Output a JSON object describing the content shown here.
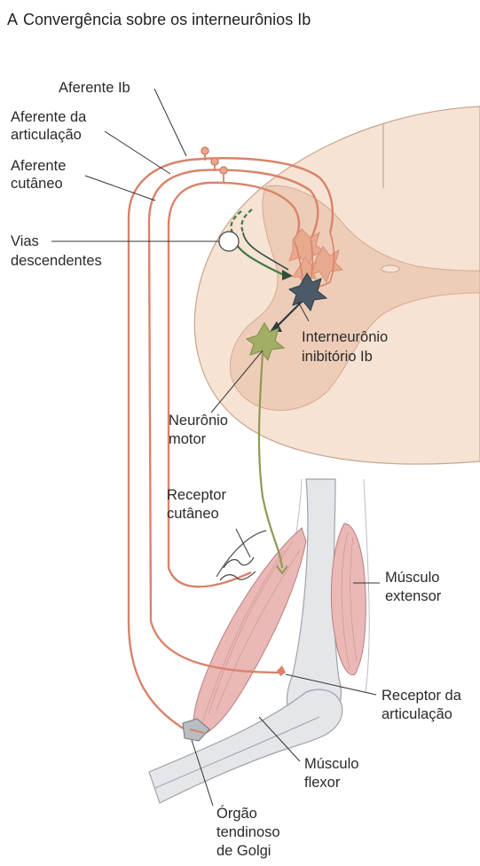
{
  "figure": {
    "panel_letter": "A",
    "title": "Convergência sobre os interneurônios Ib"
  },
  "labels": {
    "afferent_ib": "Aferente Ib",
    "joint_afferent": [
      "Aferente da",
      "articulação"
    ],
    "skin_afferent": [
      "Aferente",
      "cutâneo"
    ],
    "descending": [
      "Vias",
      "descendentes"
    ],
    "inhibitory_interneuron": [
      "Interneurônio",
      "inibitório Ib"
    ],
    "motor_neuron": [
      "Neurônio",
      "motor"
    ],
    "skin_receptor": [
      "Receptor",
      "cutâneo"
    ],
    "extensor_muscle": [
      "Músculo",
      "extensor"
    ],
    "joint_receptor": [
      "Receptor da",
      "articulação"
    ],
    "flexor_muscle": [
      "Músculo",
      "flexor"
    ],
    "golgi_organ": [
      "Órgão",
      "tendinoso",
      "de Golgi"
    ]
  },
  "colors": {
    "spinal_outer": "#f6e3d4",
    "gray_matter": "#edcdb8",
    "afferent": "#d9836a",
    "descending_green": "#3e7a46",
    "motor_neuron": "#a2ad66",
    "interneuron": "#4b5a66",
    "muscle": "#eab8b6",
    "bone": "#e4e6e9"
  }
}
